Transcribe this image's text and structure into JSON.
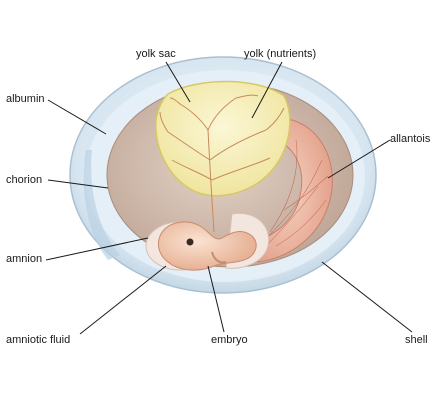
{
  "labels": {
    "yolk_sac": "yolk sac",
    "yolk_nutrients": "yolk (nutrients)",
    "albumin": "albumin",
    "allantois": "allantois",
    "chorion": "chorion",
    "amnion": "amnion",
    "amniotic_fluid": "amniotic fluid",
    "embryo": "embryo",
    "shell": "shell"
  },
  "colors": {
    "shell": "#c9dbe8",
    "albumin": "#e3eef6",
    "chorion": "#cdb9ab",
    "yolk": "#f6f0b6",
    "yolk_outline": "#d8c864",
    "allantois": "#eab39f",
    "blood_vessel": "#c9895a",
    "amnion": "#efe2dc",
    "embryo": "#f0c8ab",
    "leader_line": "#1a1a1a"
  }
}
